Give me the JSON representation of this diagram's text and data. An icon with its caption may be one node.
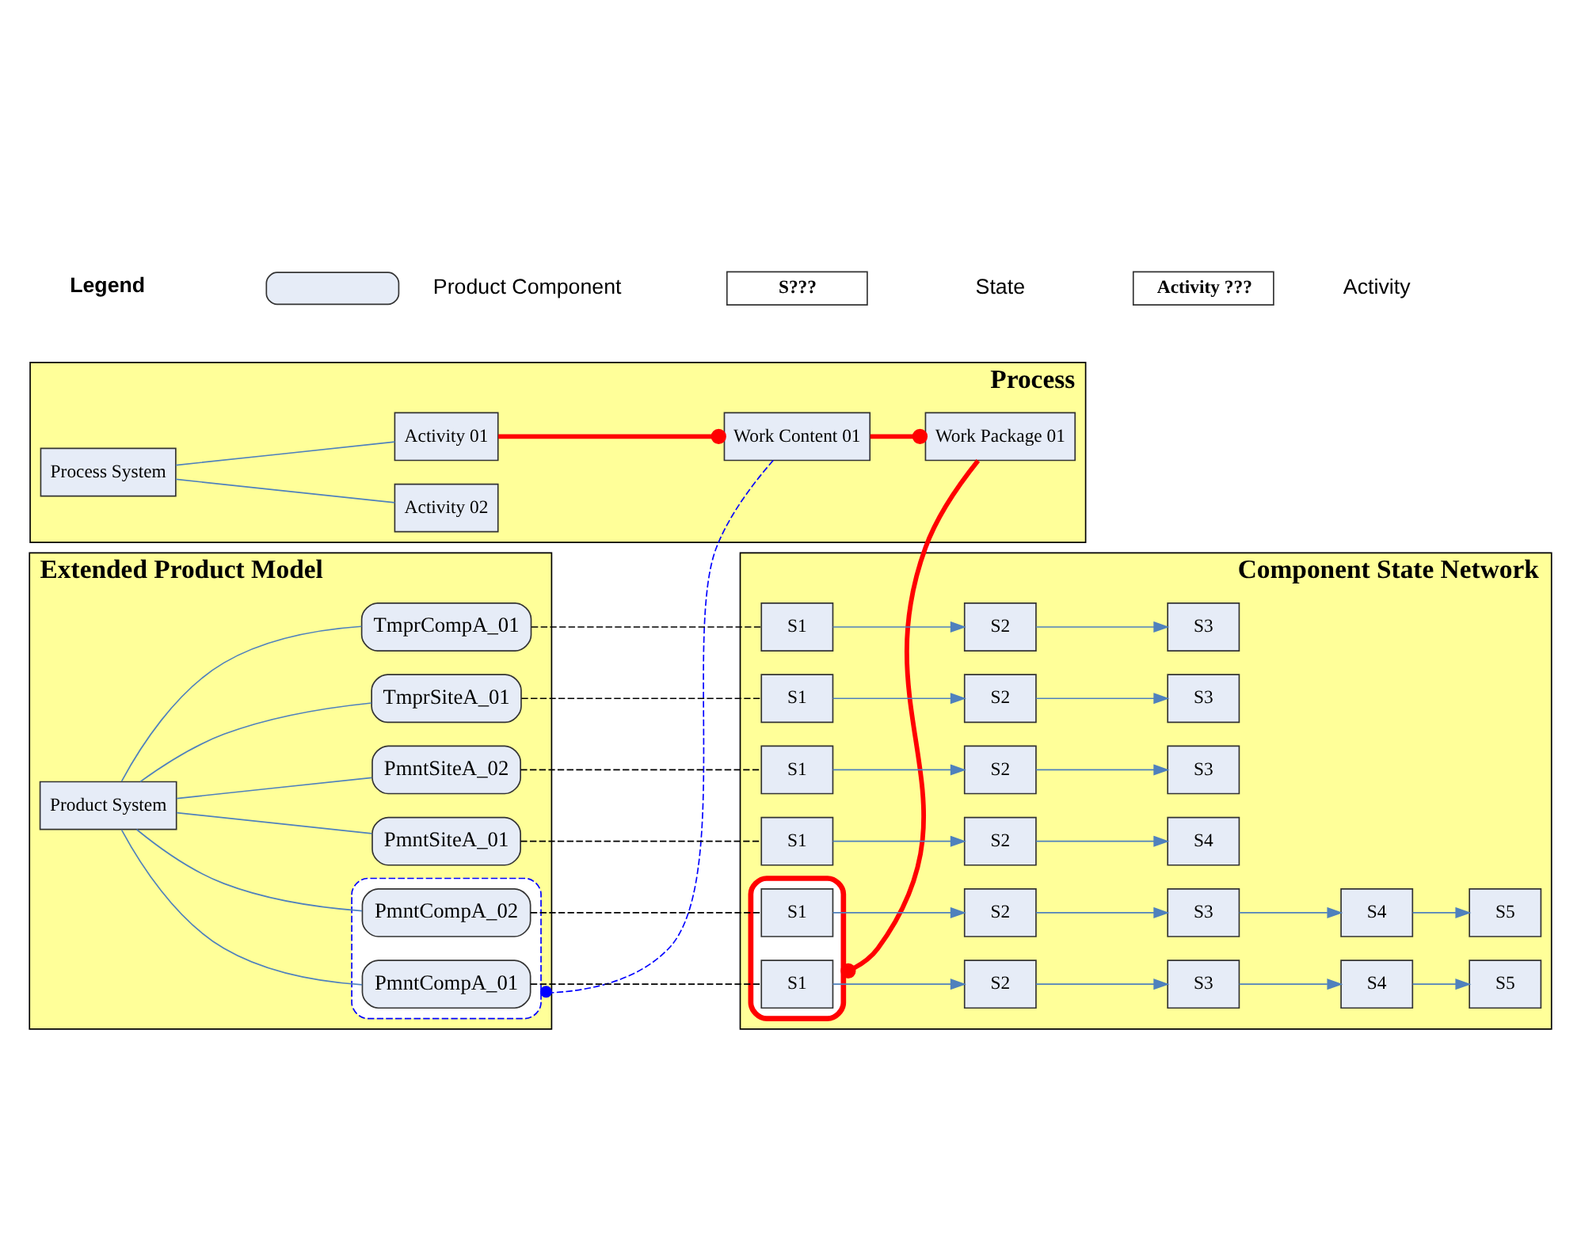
{
  "diagram": {
    "nodes": [
      {
        "text": [
          "Process"
        ]
      },
      {
        "text": [
          "Process System"
        ],
        "in": 0
      },
      {
        "text": [
          "Activity 01"
        ],
        "in": 0
      },
      {
        "text": [
          "Activity 02"
        ],
        "in": 0
      },
      {
        "text": [
          "Work Content 01"
        ],
        "in": 0
      },
      {
        "text": [
          "Work Package 01"
        ],
        "in": 0
      },
      {
        "text": [
          "Extended Product Model"
        ]
      },
      {
        "text": [
          "Product System"
        ],
        "in": 6
      },
      {
        "text": [],
        "shape": "box",
        "in": 6
      },
      {
        "text": [
          "PmntCompA_01"
        ],
        "in": 8
      },
      {
        "text": [
          "PmntCompA_02"
        ],
        "in": 8
      },
      {
        "text": [
          "TmprCompA_01"
        ],
        "in": 6
      },
      {
        "text": [
          "PmntSiteA_01"
        ],
        "in": 6
      },
      {
        "text": [
          "PmntSiteA_02"
        ],
        "in": 6
      },
      {
        "text": [
          "TmprSiteA_01"
        ],
        "in": 6
      },
      {
        "text": [
          "Component State Network"
        ]
      },
      {
        "text": [],
        "shape": "box",
        "in": 15
      },
      {
        "text": [
          "S1"
        ],
        "in": 16
      },
      {
        "text": [
          "S2"
        ],
        "in": 15
      },
      {
        "text": [
          "S3"
        ],
        "in": 15
      },
      {
        "text": [
          "S4"
        ],
        "in": 15
      },
      {
        "text": [
          "S5"
        ],
        "in": 15
      },
      {
        "text": [
          "S1"
        ],
        "in": 16
      },
      {
        "text": [
          "S2"
        ],
        "in": 15
      },
      {
        "text": [
          "S3"
        ],
        "in": 15
      },
      {
        "text": [
          "S4"
        ],
        "in": 15
      },
      {
        "text": [
          "S5"
        ],
        "in": 15
      },
      {
        "text": [
          "S1"
        ],
        "in": 15
      },
      {
        "text": [
          "S2"
        ],
        "in": 15
      },
      {
        "text": [
          "S3"
        ],
        "in": 15
      },
      {
        "text": [
          "S1"
        ],
        "in": 15
      },
      {
        "text": [
          "S2"
        ],
        "in": 15
      },
      {
        "text": [
          "S4"
        ],
        "in": 15
      },
      {
        "text": [
          "S1"
        ],
        "in": 15
      },
      {
        "text": [
          "S2"
        ],
        "in": 15
      },
      {
        "text": [
          "S3"
        ],
        "in": 15
      },
      {
        "text": [
          "S1"
        ],
        "in": 15
      },
      {
        "text": [
          "S2"
        ],
        "in": 15
      },
      {
        "text": [
          "S3"
        ],
        "in": 15
      }
    ],
    "edges": [
      {
        "from": 1,
        "to": 2,
        "arrow": "none"
      },
      {
        "from": 1,
        "to": 3,
        "arrow": "none"
      },
      {
        "from": 2,
        "to": 4,
        "arrow": "other",
        "style": "thick",
        "color": "#ff0000"
      },
      {
        "from": 4,
        "to": 5,
        "arrow": "other",
        "style": "thick",
        "color": "#ff0000"
      },
      {
        "from": 5,
        "to": 16,
        "arrow": "other",
        "style": "thick",
        "color": "#ff0000"
      },
      {
        "from": 4,
        "to": 8,
        "arrow": "other",
        "style": "dashed",
        "color": "#0000ff"
      },
      {
        "from": 7,
        "to": 9,
        "arrow": "none"
      },
      {
        "from": 7,
        "to": 10,
        "arrow": "none"
      },
      {
        "from": 7,
        "to": 11,
        "arrow": "none"
      },
      {
        "from": 7,
        "to": 12,
        "arrow": "none"
      },
      {
        "from": 7,
        "to": 13,
        "arrow": "none"
      },
      {
        "from": 7,
        "to": 14,
        "arrow": "none"
      },
      {
        "from": 9,
        "to": 17,
        "arrow": "none",
        "style": "dashed",
        "color": "#000000"
      },
      {
        "from": 10,
        "to": 22,
        "arrow": "none",
        "style": "dashed",
        "color": "#000000"
      },
      {
        "from": 11,
        "to": 27,
        "arrow": "none",
        "style": "dashed",
        "color": "#000000"
      },
      {
        "from": 12,
        "to": 30,
        "arrow": "none",
        "style": "dashed",
        "color": "#000000"
      },
      {
        "from": 13,
        "to": 33,
        "arrow": "none",
        "style": "dashed",
        "color": "#000000"
      },
      {
        "from": 14,
        "to": 36,
        "arrow": "none",
        "style": "dashed",
        "color": "#000000"
      },
      {
        "from": 17,
        "to": 18,
        "arrow": "to"
      },
      {
        "from": 18,
        "to": 19,
        "arrow": "to"
      },
      {
        "from": 19,
        "to": 20,
        "arrow": "to"
      },
      {
        "from": 20,
        "to": 21,
        "arrow": "to"
      },
      {
        "from": 22,
        "to": 23,
        "arrow": "to"
      },
      {
        "from": 23,
        "to": 24,
        "arrow": "to"
      },
      {
        "from": 24,
        "to": 25,
        "arrow": "to"
      },
      {
        "from": 25,
        "to": 26,
        "arrow": "to"
      },
      {
        "from": 27,
        "to": 28,
        "arrow": "to"
      },
      {
        "from": 28,
        "to": 29,
        "arrow": "to"
      },
      {
        "from": 30,
        "to": 31,
        "arrow": "to"
      },
      {
        "from": 31,
        "to": 32,
        "arrow": "to"
      },
      {
        "from": 33,
        "to": 34,
        "arrow": "to"
      },
      {
        "from": 34,
        "to": 35,
        "arrow": "to"
      },
      {
        "from": 36,
        "to": 37,
        "arrow": "to"
      },
      {
        "from": 37,
        "to": 38,
        "arrow": "to"
      }
    ],
    "labels": [
      "Legend",
      "S???",
      "Activity ???"
    ],
    "legend": [
      {
        "text": "Product Component",
        "color": "#e6ecf7"
      },
      {
        "text": "State"
      },
      {
        "text": "Activity"
      }
    ]
  }
}
